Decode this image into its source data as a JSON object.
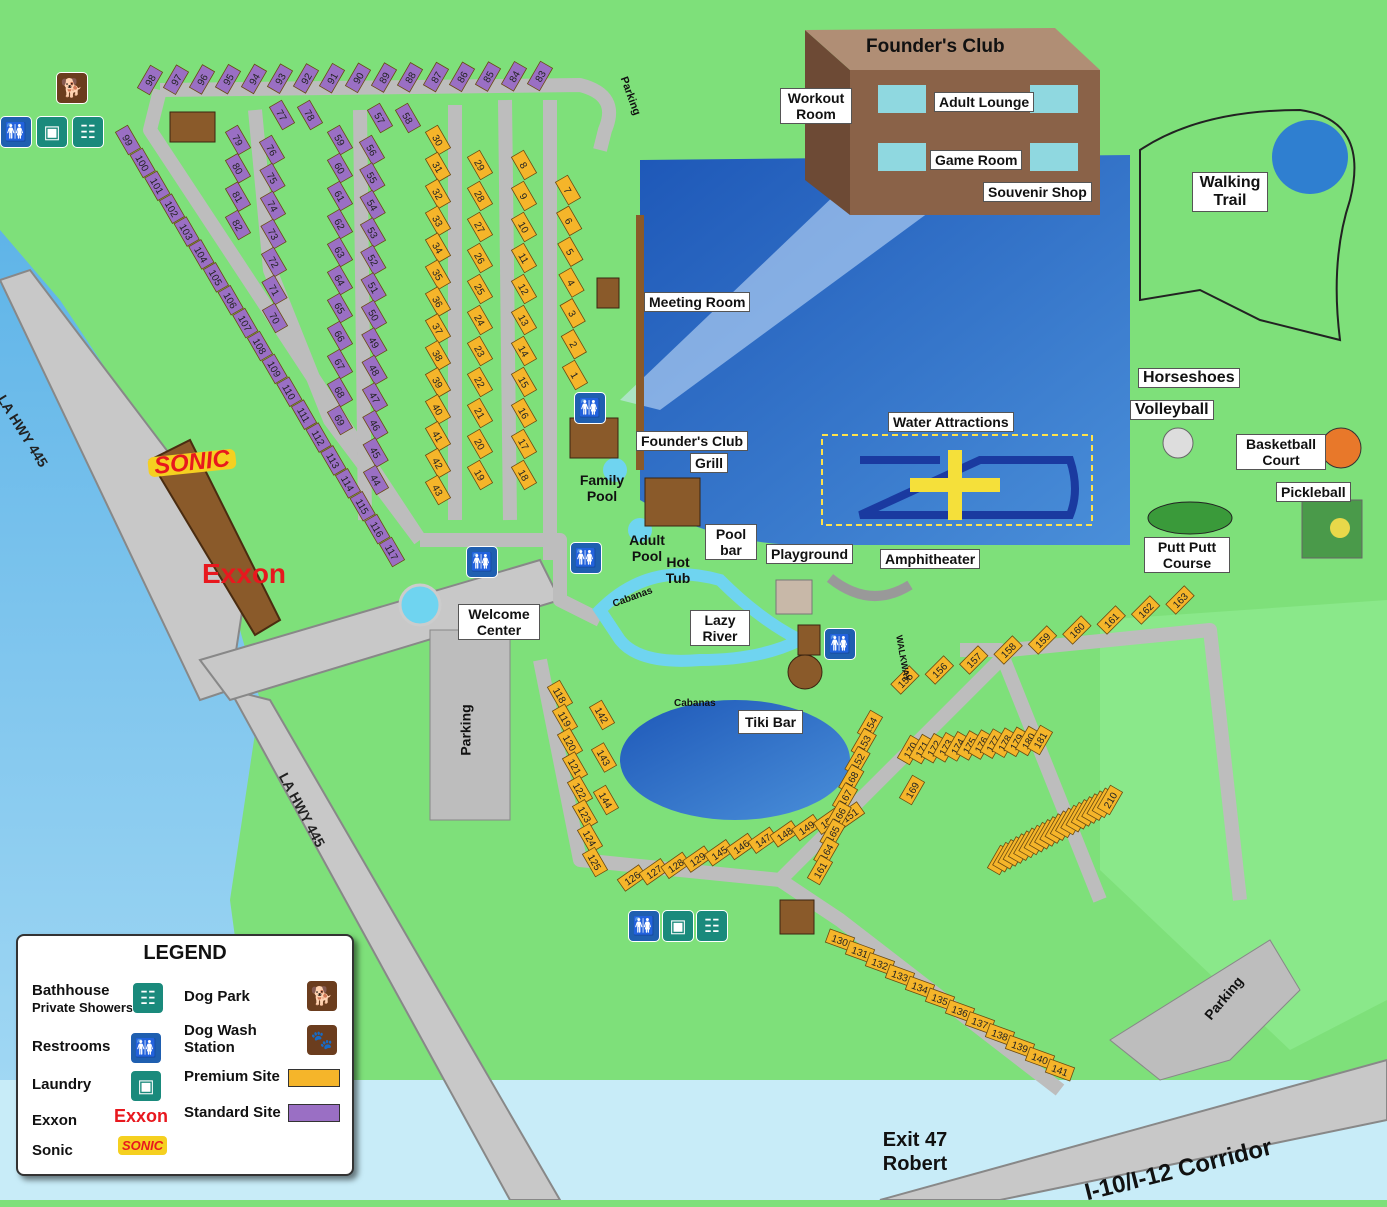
{
  "founders_club": {
    "title": "Founder's Club",
    "rooms": [
      "Workout Room",
      "Adult Lounge",
      "Game Room",
      "Souvenir Shop"
    ]
  },
  "labels": {
    "meeting_room": "Meeting Room",
    "founders_club": "Founder's Club",
    "grill": "Grill",
    "family_pool": "Family Pool",
    "adult_pool": "Adult Pool",
    "hot_tub": "Hot Tub",
    "pool_bar": "Pool bar",
    "playground": "Playground",
    "amphitheater": "Amphitheater",
    "water_attractions": "Water Attractions",
    "lazy_river": "Lazy River",
    "tiki_bar": "Tiki Bar",
    "cabanas": "Cabanas",
    "welcome_center": "Welcome Center",
    "parking": "Parking",
    "walkway": "WALKWAY",
    "walking_trail": "Walking Trail",
    "horseshoes": "Horseshoes",
    "volleyball": "Volleyball",
    "basketball": "Basketball Court",
    "pickleball": "Pickleball",
    "putt_putt": "Putt Putt Course",
    "sonic": "SONIC",
    "exxon": "Exxon",
    "hwy_445": "LA HWY 445",
    "exit": "Exit 47",
    "exit_city": "Robert",
    "corridor": "I-10/I-12 Corridor"
  },
  "legend": {
    "title": "LEGEND",
    "items": [
      {
        "label": "Bathhouse",
        "sub": "Private Showers",
        "icon": "shower-icon"
      },
      {
        "label": "Restrooms",
        "icon": "restroom-icon"
      },
      {
        "label": "Laundry",
        "icon": "laundry-icon"
      },
      {
        "label": "Exxon",
        "icon": "exxon-logo"
      },
      {
        "label": "Sonic",
        "icon": "sonic-logo"
      },
      {
        "label": "Dog Park",
        "icon": "dog-park-icon"
      },
      {
        "label": "Dog Wash Station",
        "icon": "paw-icon"
      },
      {
        "label": "Premium Site",
        "color": "#f5b52a"
      },
      {
        "label": "Standard Site",
        "color": "#9a6fc4"
      }
    ]
  },
  "colors": {
    "premium": "#f5b52a",
    "standard": "#9a6fc4",
    "grass": "#7ee07a",
    "lake": "#2f6fc4",
    "road": "#bdbdbd"
  },
  "sites": {
    "standard_top_row": [
      "98",
      "97",
      "96",
      "95",
      "94",
      "93",
      "92",
      "91",
      "90",
      "89",
      "88",
      "87",
      "86",
      "85",
      "84",
      "83"
    ],
    "standard_left_diag": [
      "99",
      "100",
      "101",
      "102",
      "103",
      "104",
      "105",
      "106",
      "107",
      "108",
      "109",
      "110",
      "111",
      "112",
      "113",
      "114",
      "115",
      "116",
      "117"
    ],
    "standard_col_a": [
      "79",
      "80",
      "81",
      "82"
    ],
    "standard_col_b": [
      "76",
      "75",
      "74",
      "73",
      "72",
      "71",
      "70"
    ],
    "standard_col_c": [
      "77",
      "78"
    ],
    "standard_col_d": [
      "59",
      "60",
      "61",
      "62",
      "63",
      "64",
      "65",
      "66",
      "67",
      "68",
      "69"
    ],
    "standard_col_e": [
      "56",
      "55",
      "54",
      "53",
      "52",
      "51",
      "50",
      "49",
      "48",
      "47",
      "46",
      "45",
      "44"
    ],
    "standard_col_f": [
      "57",
      "58"
    ],
    "premium_col_a": [
      "30",
      "31",
      "32",
      "33",
      "34",
      "35",
      "36",
      "37",
      "38",
      "39",
      "40",
      "41",
      "42",
      "43"
    ],
    "premium_col_b": [
      "29",
      "28",
      "27",
      "26",
      "25",
      "24",
      "23",
      "22",
      "21",
      "20",
      "19"
    ],
    "premium_col_c": [
      "8",
      "9",
      "10",
      "11",
      "12",
      "13",
      "14",
      "15",
      "16",
      "17",
      "18"
    ],
    "premium_col_d": [
      "7",
      "6",
      "5",
      "4",
      "3",
      "2",
      "1"
    ],
    "premium_south_west": [
      "118",
      "119",
      "120",
      "121",
      "122",
      "123",
      "124",
      "125"
    ],
    "premium_south_col": [
      "142",
      "143",
      "144"
    ],
    "premium_south_row": [
      "126",
      "127",
      "128",
      "129",
      "145",
      "146",
      "147",
      "148",
      "149",
      "150",
      "151"
    ],
    "premium_east_a": [
      "154",
      "153",
      "152",
      "168",
      "167",
      "166",
      "165",
      "164",
      "161"
    ],
    "premium_east_b": [
      "155",
      "156",
      "157",
      "158",
      "159",
      "160",
      "161",
      "162",
      "163"
    ],
    "premium_east_c": [
      "170",
      "171",
      "172",
      "173",
      "174",
      "175",
      "176",
      "177",
      "178",
      "179",
      "180",
      "181"
    ],
    "premium_east_d": [
      "182",
      "183",
      "184",
      "185",
      "186",
      "187",
      "188",
      "189",
      "190",
      "191",
      "192",
      "193",
      "194",
      "195",
      "196",
      "197",
      "198",
      "199",
      "200",
      "208",
      "209",
      "210"
    ],
    "premium_bottom": [
      "130",
      "131",
      "132",
      "133",
      "134",
      "135",
      "136",
      "137",
      "138",
      "139",
      "140",
      "141"
    ],
    "premium_ne": [
      "169"
    ]
  }
}
